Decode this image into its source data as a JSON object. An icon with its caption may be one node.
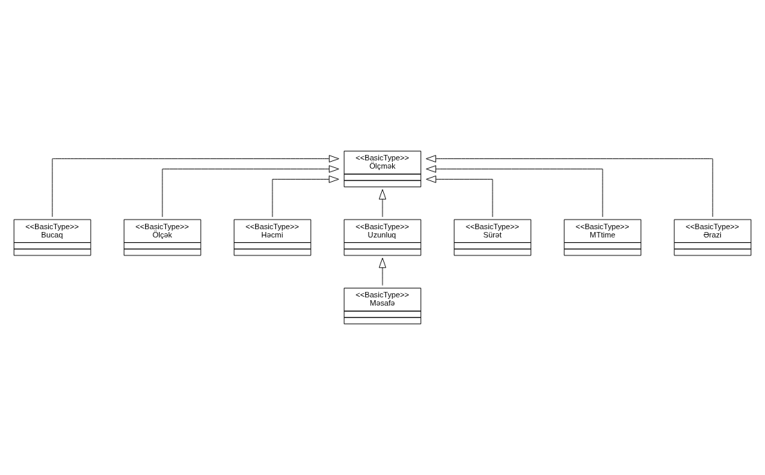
{
  "diagram": {
    "nodes": [
      {
        "text": [
          "<<BasicType>>",
          "Ölçmək"
        ]
      },
      {
        "text": [
          "<<BasicType>>",
          "Bucaq"
        ]
      },
      {
        "text": [
          "<<BasicType>>",
          "Ölçək"
        ]
      },
      {
        "text": [
          "<<BasicType>>",
          "Həcmi"
        ]
      },
      {
        "text": [
          "<<BasicType>>",
          "Uzunluq"
        ]
      },
      {
        "text": [
          "<<BasicType>>",
          "Sürət"
        ]
      },
      {
        "text": [
          "<<BasicType>>",
          "MTtime"
        ]
      },
      {
        "text": [
          "<<BasicType>>",
          "Ərazi"
        ]
      },
      {
        "text": [
          "<<BasicType>>",
          "Məsafə"
        ]
      }
    ],
    "edges": [
      {
        "from": 4,
        "to": 0,
        "arrow": "to"
      },
      {
        "from": 1,
        "to": 0,
        "arrow": "to"
      },
      {
        "from": 5,
        "to": 0,
        "arrow": "to"
      },
      {
        "from": 2,
        "to": 0,
        "arrow": "to"
      },
      {
        "from": 6,
        "to": 0,
        "arrow": "to"
      },
      {
        "from": 3,
        "to": 0,
        "arrow": "to"
      },
      {
        "from": 7,
        "to": 0,
        "arrow": "to"
      },
      {
        "from": 8,
        "to": 4,
        "arrow": "to"
      }
    ]
  }
}
